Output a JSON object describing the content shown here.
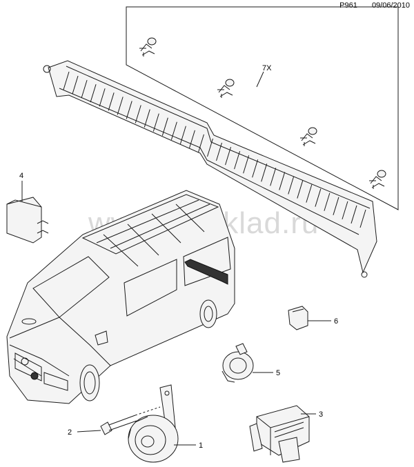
{
  "header": {
    "page_code": "P961",
    "date": "09/06/2010"
  },
  "watermark": "www.gmsklad.ru",
  "callouts": {
    "c1": "1",
    "c2": "2",
    "c3": "3",
    "c4": "4",
    "c5": "5",
    "c6": "6",
    "c7": "7X"
  },
  "colors": {
    "line": "#1a1a1a",
    "watermark": "#d9d9d9",
    "panel": "#f4f4f4"
  }
}
